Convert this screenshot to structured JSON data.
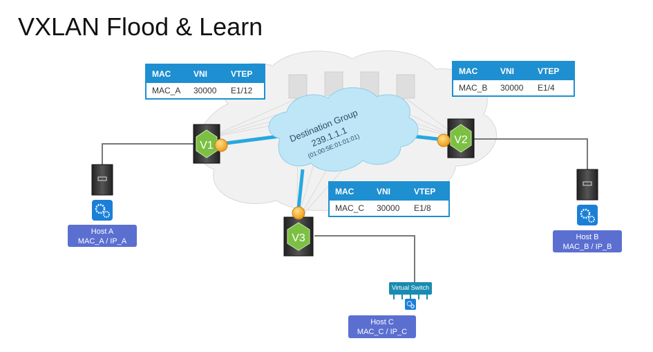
{
  "title": "VXLAN Flood & Learn",
  "cloud": {
    "line1": "Destination Group",
    "line2": "239.1.1.1",
    "line3": "(01:00:5E:01:01:01)"
  },
  "table_headers": {
    "mac": "MAC",
    "vni": "VNI",
    "vtep": "VTEP"
  },
  "tables": [
    {
      "mac": "MAC_A",
      "vni": "30000",
      "vtep": "E1/12"
    },
    {
      "mac": "MAC_B",
      "vni": "30000",
      "vtep": "E1/4"
    },
    {
      "mac": "MAC_C",
      "vni": "30000",
      "vtep": "E1/8"
    }
  ],
  "vteps": [
    "V1",
    "V2",
    "V3"
  ],
  "hosts": [
    {
      "name": "Host A",
      "addr": "MAC_A / IP_A"
    },
    {
      "name": "Host B",
      "addr": "MAC_B / IP_B"
    },
    {
      "name": "Host C",
      "addr": "MAC_C / IP_C"
    }
  ],
  "virtual_switch": "Virtual Switch",
  "colors": {
    "table_header": "#1e8fd0",
    "cloud": "#bfe6f7",
    "tunnel": "#27a8e0",
    "host_box": "#5b6fd1",
    "vtep_glow": "#7bc043",
    "endpoint": "#f7a823"
  }
}
